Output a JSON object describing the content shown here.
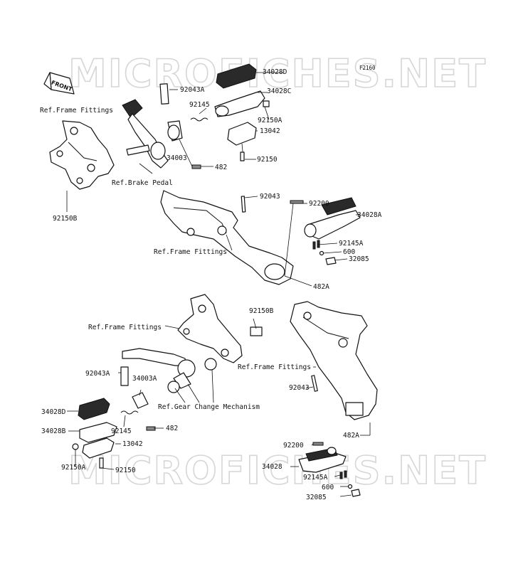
{
  "figure_code": "F2160",
  "watermark": "MICROFICHES.NET",
  "front_arrow": "FRONT",
  "refs": {
    "frame_upper_left": "Ref.Frame Fittings",
    "brake_pedal": "Ref.Brake Pedal",
    "frame_middle": "Ref.Frame Fittings",
    "frame_lower_left": "Ref.Frame Fittings",
    "frame_lower_right": "Ref.Frame Fittings",
    "gear_change": "Ref.Gear Change Mechanism"
  },
  "parts": {
    "p34028D_top": "34028D",
    "p34028C_top": "34028C",
    "p92043A_top": "92043A",
    "p92145_top": "92145",
    "p92150A_top": "92150A",
    "p13042_top": "13042",
    "p34003_top": "34003",
    "p482_top": "482",
    "p92150_top": "92150",
    "p92150B_top": "92150B",
    "p92043_mid": "92043",
    "p92200_mid": "92200",
    "p34028A_mid": "34028A",
    "p92145A_mid": "92145A",
    "p600_mid": "600",
    "p32085_mid": "32085",
    "p482A_mid": "482A",
    "p92150B_low": "92150B",
    "p92043A_low": "92043A",
    "p34003A_low": "34003A",
    "p34028D_low": "34028D",
    "p34028B_low": "34028B",
    "p92145_low": "92145",
    "p482_low": "482",
    "p13042_low": "13042",
    "p92150A_low": "92150A",
    "p92150_low": "92150",
    "p92043_low": "92043",
    "p482A_low": "482A",
    "p92200_low": "92200",
    "p34028_low": "34028",
    "p92145A_low": "92145A",
    "p600_low": "600",
    "p32085_low": "32085"
  }
}
